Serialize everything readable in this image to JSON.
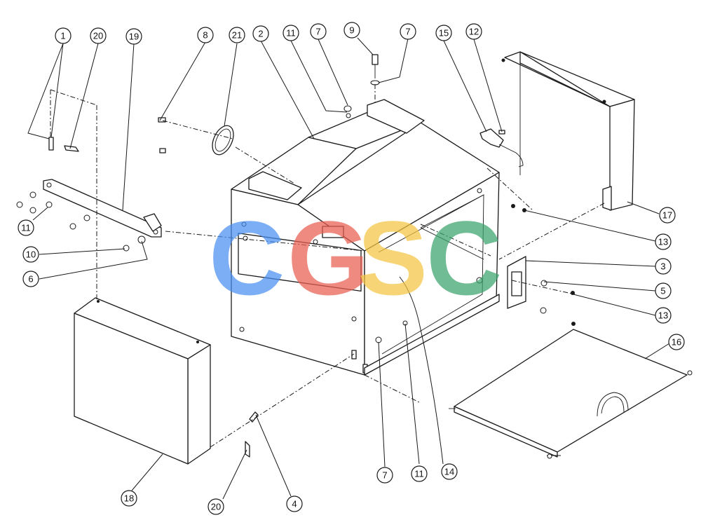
{
  "watermark": {
    "letters": [
      "C",
      "G",
      "S",
      "C"
    ],
    "colors": [
      "#4a8ff2",
      "#ea5e52",
      "#f5c542",
      "#3aa36b"
    ]
  },
  "callouts": [
    {
      "id": "c-1",
      "label": "1"
    },
    {
      "id": "c-20a",
      "label": "20"
    },
    {
      "id": "c-19",
      "label": "19"
    },
    {
      "id": "c-8",
      "label": "8"
    },
    {
      "id": "c-21",
      "label": "21"
    },
    {
      "id": "c-2",
      "label": "2"
    },
    {
      "id": "c-11a",
      "label": "11"
    },
    {
      "id": "c-7a",
      "label": "7"
    },
    {
      "id": "c-9",
      "label": "9"
    },
    {
      "id": "c-7b",
      "label": "7"
    },
    {
      "id": "c-15",
      "label": "15"
    },
    {
      "id": "c-12",
      "label": "12"
    },
    {
      "id": "c-17",
      "label": "17"
    },
    {
      "id": "c-13a",
      "label": "13"
    },
    {
      "id": "c-3",
      "label": "3"
    },
    {
      "id": "c-5",
      "label": "5"
    },
    {
      "id": "c-13b",
      "label": "13"
    },
    {
      "id": "c-16",
      "label": "16"
    },
    {
      "id": "c-14",
      "label": "14"
    },
    {
      "id": "c-11b",
      "label": "11"
    },
    {
      "id": "c-7c",
      "label": "7"
    },
    {
      "id": "c-4",
      "label": "4"
    },
    {
      "id": "c-20b",
      "label": "20"
    },
    {
      "id": "c-18",
      "label": "18"
    },
    {
      "id": "c-6",
      "label": "6"
    },
    {
      "id": "c-10",
      "label": "10"
    },
    {
      "id": "c-11c",
      "label": "11"
    }
  ]
}
